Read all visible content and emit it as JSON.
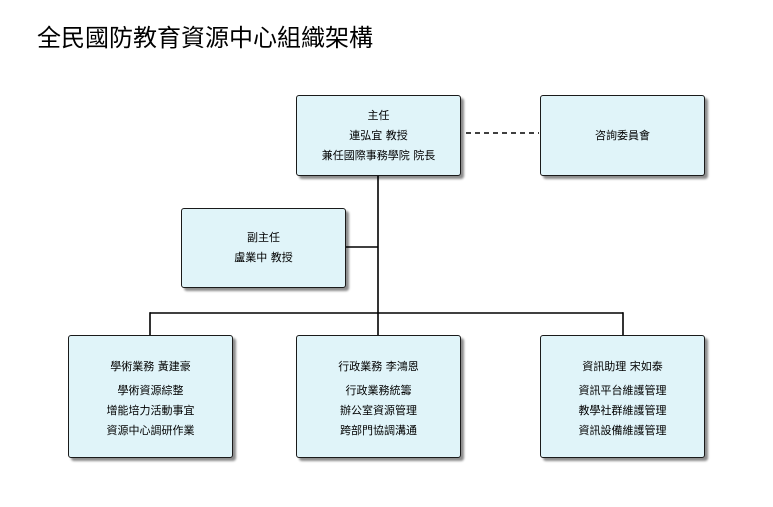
{
  "title": "全民國防教育資源中心組織架構",
  "director": {
    "role": "主任",
    "name": "連弘宜 教授",
    "note": "兼任國際事務學院 院長"
  },
  "advisory": {
    "label": "咨詢委員會"
  },
  "deputy": {
    "role": "副主任",
    "name": "盧業中 教授"
  },
  "units": [
    {
      "heading": "學術業務 黃建豪",
      "duties": [
        "學術資源綜整",
        "增能培力活動事宜",
        "資源中心調研作業"
      ]
    },
    {
      "heading": "行政業務 李鴻恩",
      "duties": [
        "行政業務統籌",
        "辦公室資源管理",
        "跨部門協調溝通"
      ]
    },
    {
      "heading": "資訊助理 宋如泰",
      "duties": [
        "資訊平台維護管理",
        "教學社群維護管理",
        "資訊設備維護管理"
      ]
    }
  ],
  "colors": {
    "box_fill": "#e0f4f9",
    "box_border": "#1a1a1a",
    "line": "#000000"
  }
}
